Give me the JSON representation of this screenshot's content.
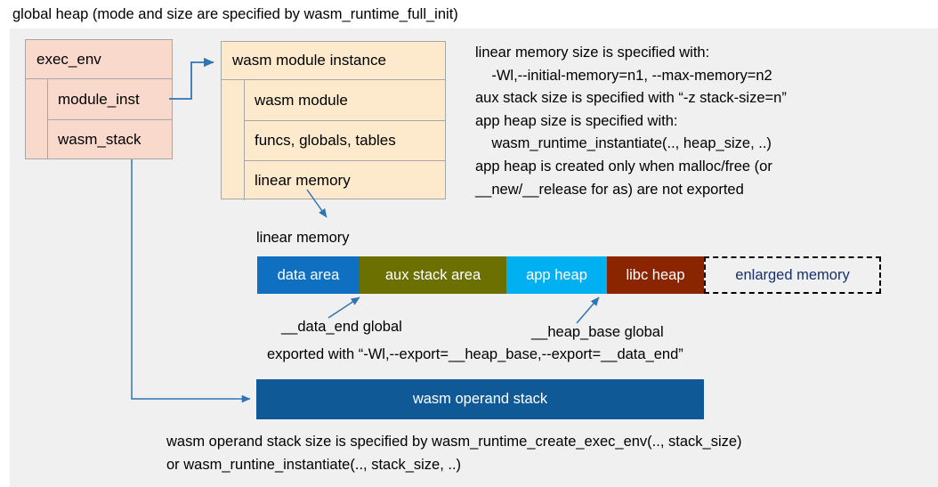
{
  "title": "global heap (mode and size are specified by wasm_runtime_full_init)",
  "colors": {
    "panel_bg": "#f0f0f0",
    "exec_env_fill": "#fad9cd",
    "module_instance_fill": "#fdeacd",
    "box_border": "#a6a6a6",
    "connector": "#2e75b6",
    "data_area": "#0f6fc0",
    "aux_stack_area": "#6b7000",
    "app_heap": "#00b0f0",
    "libc_heap": "#8b2500",
    "enlarged_memory_text": "#16306b",
    "operand_stack": "#0f5a96"
  },
  "exec_env": {
    "header": "exec_env",
    "rows": [
      {
        "label": "module_inst"
      },
      {
        "label": "wasm_stack"
      }
    ]
  },
  "module_instance": {
    "header": "wasm module instance",
    "rows": [
      {
        "label": "wasm module"
      },
      {
        "label": "funcs, globals, tables"
      },
      {
        "label": "linear memory"
      }
    ]
  },
  "notes": {
    "text": "linear memory size is specified with:\n    -Wl,--initial-memory=n1, --max-memory=n2\naux stack size is specified with “-z stack-size=n”\napp heap size is specified with:\n    wasm_runtime_instantiate(.., heap_size, ..)\napp heap is created only when malloc/free (or\n__new/__release for as) are not exported"
  },
  "linear_memory": {
    "label": "linear memory",
    "segments": [
      {
        "label": "data area",
        "color": "#0f6fc0",
        "width": 115,
        "style": "solid"
      },
      {
        "label": "aux stack area",
        "color": "#6b7000",
        "width": 165,
        "style": "solid"
      },
      {
        "label": "app heap",
        "color": "#00b0f0",
        "width": 113,
        "style": "solid"
      },
      {
        "label": "libc heap",
        "color": "#8b2500",
        "width": 109,
        "style": "solid"
      },
      {
        "label": "enlarged memory",
        "color": "#f0f0f0",
        "width": 199,
        "style": "dashed"
      }
    ]
  },
  "annotations": {
    "data_end": "__data_end global",
    "heap_base": "__heap_base global",
    "exported": "exported with “-Wl,--export=__heap_base,--export=__data_end”"
  },
  "operand_stack": {
    "label": "wasm operand stack"
  },
  "bottom_note": {
    "text": "wasm operand stack size is specified by wasm_runtime_create_exec_env(.., stack_size)\nor wasm_runtine_instantiate(.., stack_size, ..)"
  }
}
